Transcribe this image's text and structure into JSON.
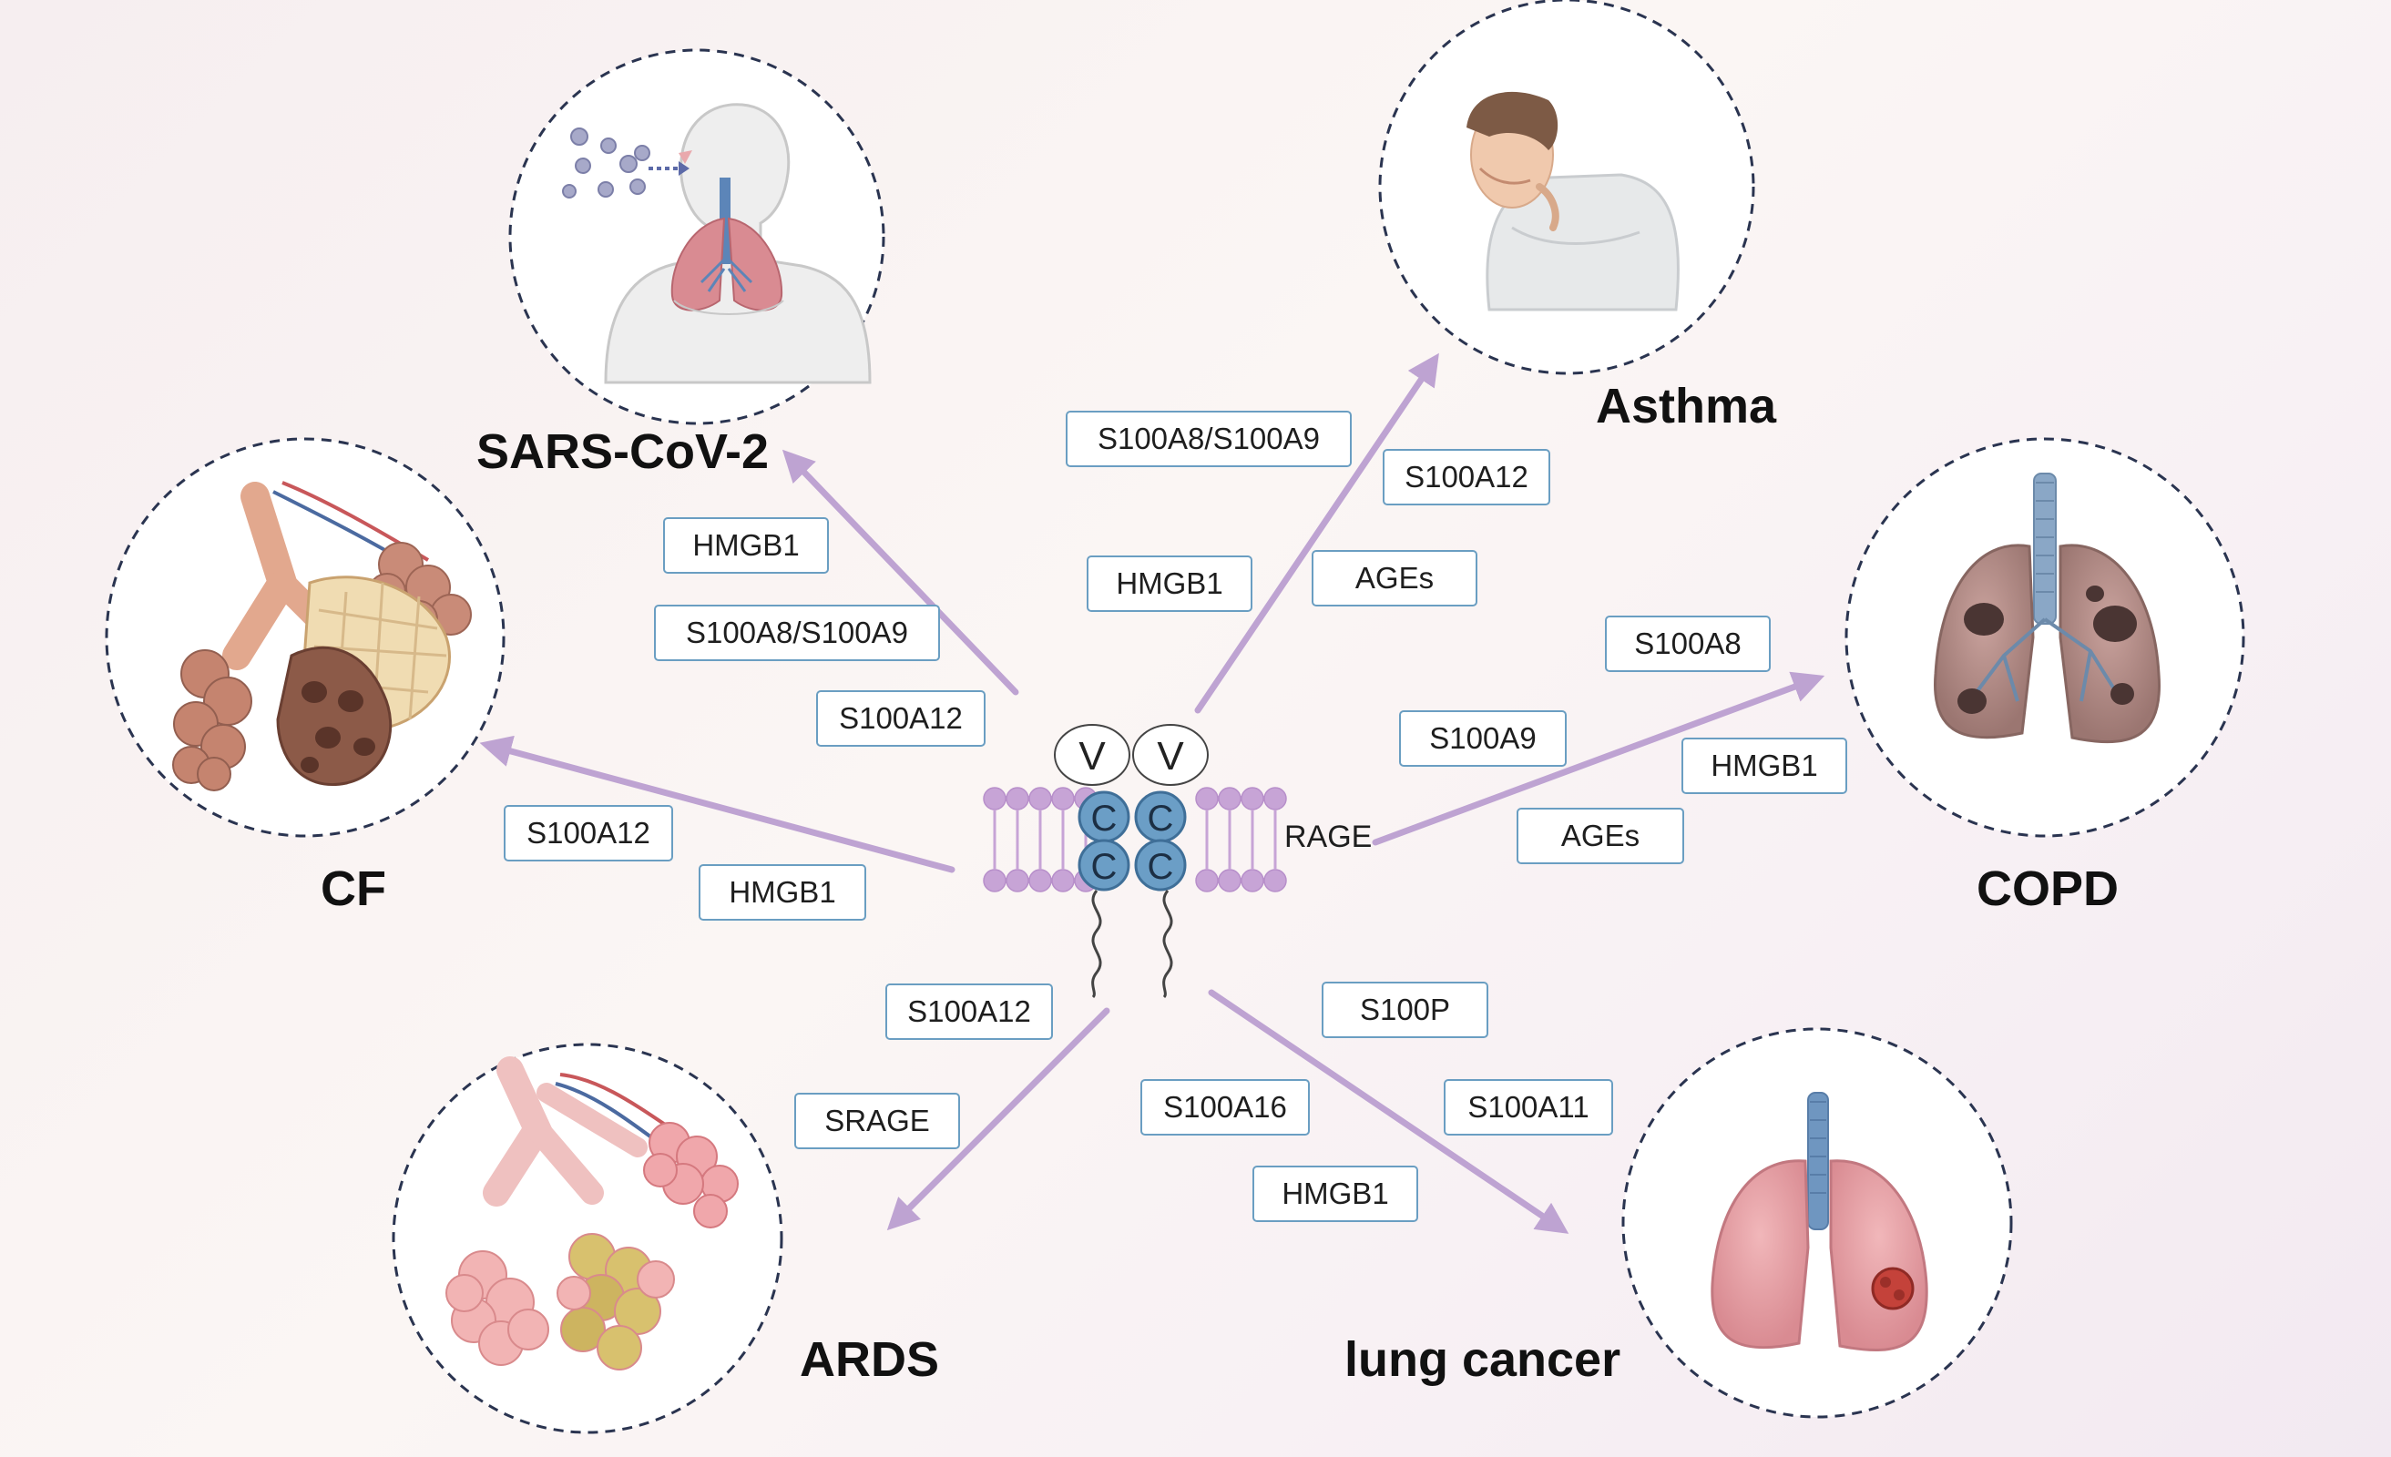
{
  "receptor": {
    "label": "RAGE",
    "domain_v": "V",
    "domain_c": "C"
  },
  "diseases": [
    {
      "id": "sars",
      "label": "SARS-CoV-2",
      "icon": "respiratory-infection-icon",
      "ligands": [
        "HMGB1",
        "S100A8/S100A9",
        "S100A12"
      ]
    },
    {
      "id": "asthma",
      "label": "Asthma",
      "icon": "coughing-person-icon",
      "ligands": [
        "S100A8/S100A9",
        "S100A12",
        "HMGB1",
        "AGEs"
      ]
    },
    {
      "id": "copd",
      "label": "COPD",
      "icon": "damaged-lungs-icon",
      "ligands": [
        "S100A8",
        "S100A9",
        "HMGB1",
        "AGEs"
      ]
    },
    {
      "id": "lungcancer",
      "label": "lung cancer",
      "icon": "lung-tumor-icon",
      "ligands": [
        "S100P",
        "S100A16",
        "S100A11",
        "HMGB1"
      ]
    },
    {
      "id": "ards",
      "label": "ARDS",
      "icon": "fluid-filled-alveoli-icon",
      "ligands": [
        "S100A12",
        "SRAGE"
      ]
    },
    {
      "id": "cf",
      "label": "CF",
      "icon": "mucus-alveoli-icon",
      "ligands": [
        "S100A12",
        "HMGB1"
      ]
    }
  ],
  "colors": {
    "ligand_border": "#6a9ec2",
    "arrow": "#b89bcf",
    "membrane": "#c7a4d6",
    "receptor_domain": "#6b9ec6",
    "circle_border": "#2a3450"
  }
}
